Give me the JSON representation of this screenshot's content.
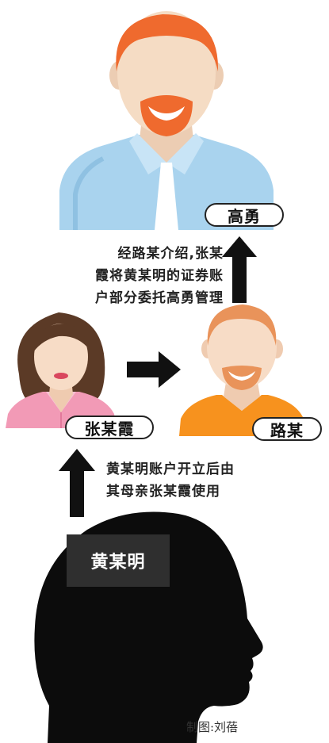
{
  "persons": {
    "gao": {
      "name": "高勇",
      "icon": "man-with-tie-icon"
    },
    "zhang": {
      "name": "张某霞",
      "icon": "woman-icon"
    },
    "lu": {
      "name": "路某",
      "icon": "man-orange-shirt-icon"
    },
    "huang": {
      "name": "黄某明",
      "icon": "head-silhouette-icon"
    }
  },
  "captions": {
    "top": [
      "经路某介绍,张某",
      "霞将黄某明的证券账",
      "户部分委托高勇管理"
    ],
    "bottom": [
      "黄某明账户开立后由",
      "其母亲张某霞使用"
    ]
  },
  "credit": "制图:刘蓓",
  "colors": {
    "arrow": "#111111",
    "hair_orange": "#ef6a2e",
    "shirt_blue": "#a9d3ee",
    "shirt_orange": "#f7921e",
    "shirt_pink": "#f29ab6",
    "skin": "#f5dcc4"
  }
}
